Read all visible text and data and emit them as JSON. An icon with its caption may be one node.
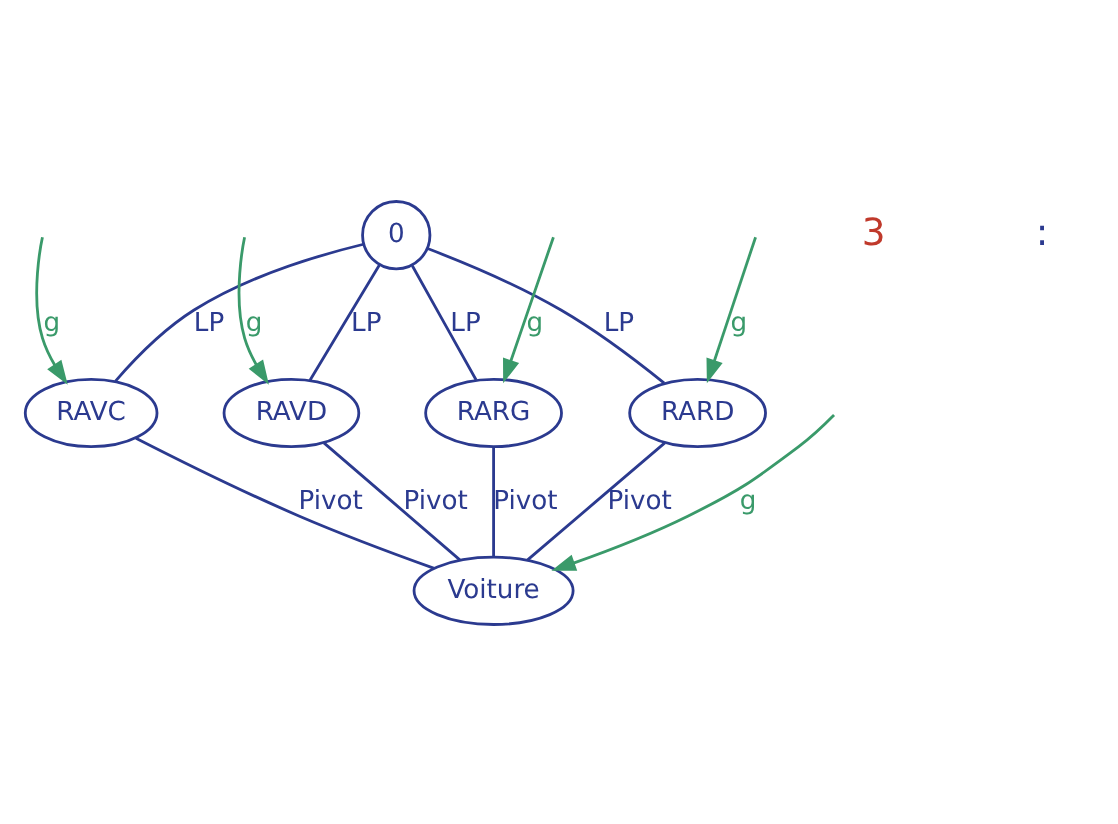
{
  "diagram": {
    "nodes": [
      {
        "text": [
          "0"
        ]
      },
      {
        "text": [
          "RAVD"
        ]
      },
      {
        "text": [
          "RAVC"
        ]
      },
      {
        "text": [
          "RARG"
        ]
      },
      {
        "text": [
          "RARD"
        ]
      },
      {
        "text": [
          "Voiture"
        ]
      }
    ],
    "edges": [
      {
        "from": 0,
        "to": 1,
        "arrow": "none",
        "label": "LP"
      },
      {
        "from": 0,
        "to": 2,
        "arrow": "none",
        "label": "LP"
      },
      {
        "from": 0,
        "to": 3,
        "arrow": "none",
        "label": "LP"
      },
      {
        "from": 0,
        "to": 4,
        "arrow": "none",
        "label": "LP"
      },
      {
        "from": 1,
        "to": 5,
        "arrow": "none",
        "label": "Pivot"
      },
      {
        "from": 2,
        "to": 5,
        "arrow": "none",
        "label": "Pivot"
      },
      {
        "from": 3,
        "to": 5,
        "arrow": "none",
        "label": "Pivot"
      },
      {
        "from": 4,
        "to": 5,
        "arrow": "none",
        "label": "Pivot"
      },
      {
        "from": null,
        "to": 2,
        "arrow": "to",
        "label": "g",
        "color": "#3a9a6a"
      },
      {
        "from": null,
        "to": 3,
        "arrow": "to",
        "label": "g",
        "color": "#3a9a6a"
      },
      {
        "from": null,
        "to": 4,
        "arrow": "to",
        "label": "g",
        "color": "#3a9a6a"
      },
      {
        "from": null,
        "to": 1,
        "arrow": "to",
        "label": "g",
        "color": "#3a9a6a"
      },
      {
        "from": null,
        "to": 5,
        "arrow": "to",
        "label": "g",
        "color": "#3a9a6a"
      }
    ],
    "labels": [
      "3",
      ":"
    ]
  }
}
